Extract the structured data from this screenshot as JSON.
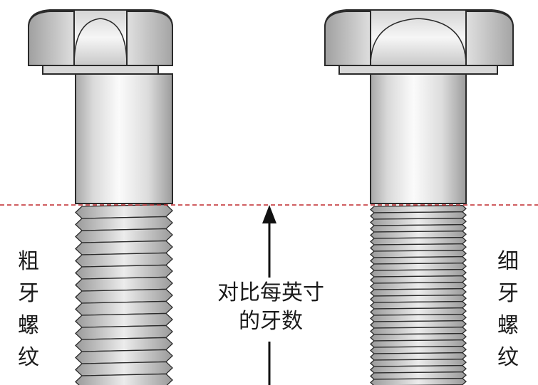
{
  "labels": {
    "coarse_thread": [
      "粗",
      "牙",
      "螺",
      "纹"
    ],
    "fine_thread": [
      "细",
      "牙",
      "螺",
      "纹"
    ],
    "compare_line1": "对比每英寸",
    "compare_line2": "的牙数"
  },
  "colors": {
    "reference_line": "#c0282d",
    "outline": "#2a2a2a",
    "metal_light": "#f2f2f2",
    "metal_dark": "#9a9a9a",
    "text": "#1a1a1a"
  },
  "icons": {
    "arrow": "arrow-up-icon"
  }
}
